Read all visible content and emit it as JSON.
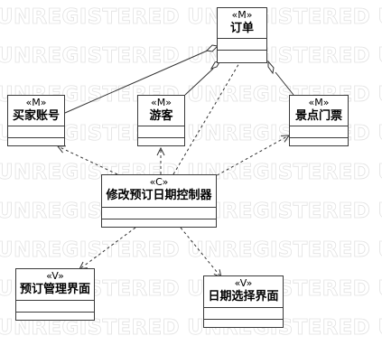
{
  "watermark": "UNREGISTERED UNREGISTERED UNREGISTERED UNREGISTERED",
  "classes": {
    "order": {
      "stereotype": "«M»",
      "name": "订单"
    },
    "seller_account": {
      "stereotype": "«M»",
      "name": "买家账号"
    },
    "tourist": {
      "stereotype": "«M»",
      "name": "游客"
    },
    "attraction_ticket": {
      "stereotype": "«M»",
      "name": "景点门票"
    },
    "controller": {
      "stereotype": "«C»",
      "name": "修改预订日期控制器"
    },
    "booking_ui": {
      "stereotype": "«V»",
      "name": "预订管理界面"
    },
    "date_ui": {
      "stereotype": "«V»",
      "name": "日期选择界面"
    }
  },
  "relationships": [
    {
      "type": "aggregation",
      "from": "买家账号",
      "to": "订单"
    },
    {
      "type": "aggregation",
      "from": "游客",
      "to": "订单"
    },
    {
      "type": "aggregation",
      "from": "景点门票",
      "to": "订单"
    },
    {
      "type": "dependency",
      "from": "修改预订日期控制器",
      "to": "买家账号"
    },
    {
      "type": "dependency",
      "from": "修改预订日期控制器",
      "to": "游客"
    },
    {
      "type": "dependency",
      "from": "修改预订日期控制器",
      "to": "订单"
    },
    {
      "type": "dependency",
      "from": "修改预订日期控制器",
      "to": "景点门票"
    },
    {
      "type": "dependency",
      "from": "修改预订日期控制器",
      "to": "预订管理界面"
    },
    {
      "type": "dependency",
      "from": "修改预订日期控制器",
      "to": "日期选择界面"
    }
  ]
}
